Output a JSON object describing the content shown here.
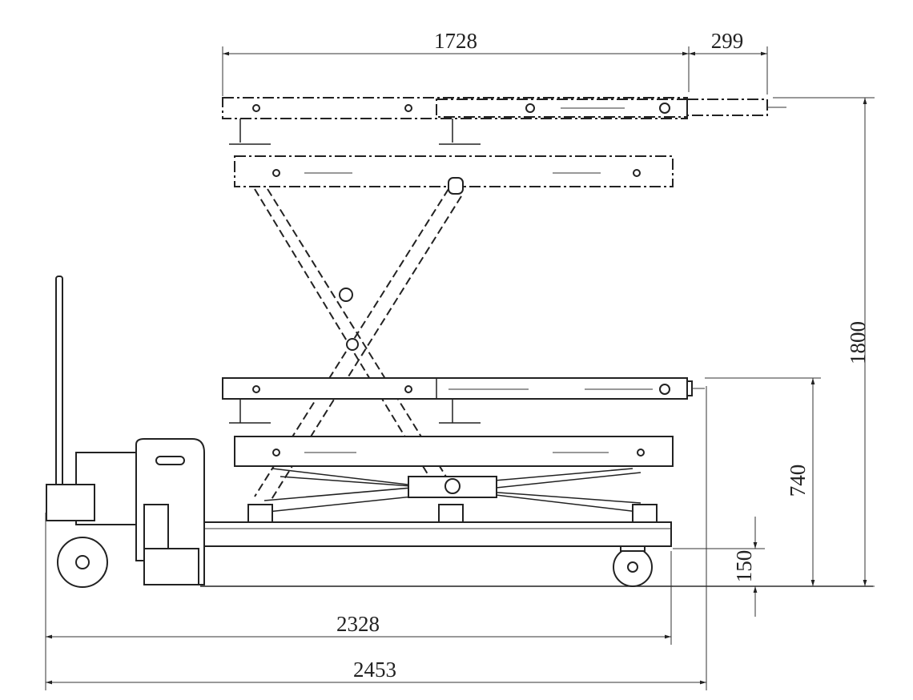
{
  "drawing": {
    "title": "Scissor lift table side elevation",
    "dimensions": {
      "top_platform_length": "1728",
      "extension_length": "299",
      "max_height": "1800",
      "min_height": "740",
      "base_height": "150",
      "base_length": "2328",
      "overall_length": "2453"
    },
    "colors": {
      "line": "#222222",
      "background": "#ffffff"
    }
  }
}
